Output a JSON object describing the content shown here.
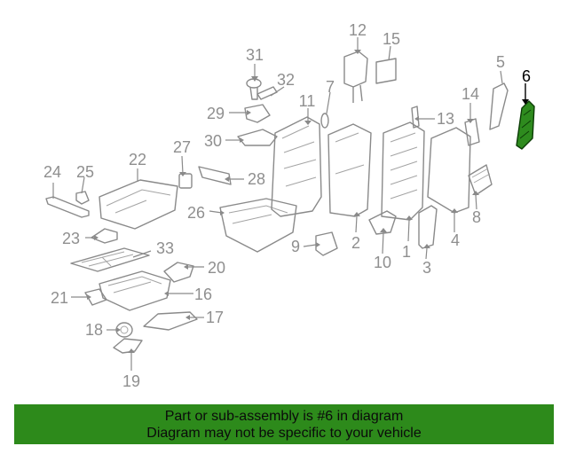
{
  "diagram": {
    "callouts": [
      "1",
      "2",
      "3",
      "4",
      "5",
      "6",
      "7",
      "8",
      "9",
      "10",
      "11",
      "12",
      "13",
      "14",
      "15",
      "16",
      "17",
      "18",
      "19",
      "20",
      "21",
      "22",
      "23",
      "24",
      "25",
      "26",
      "27",
      "28",
      "29",
      "30",
      "31",
      "32",
      "33"
    ],
    "highlighted_part": "6"
  },
  "banner": {
    "line1": "Part or sub-assembly is #6 in diagram",
    "line2": "Diagram may not be specific to your vehicle",
    "color": "#2d8a1b"
  }
}
